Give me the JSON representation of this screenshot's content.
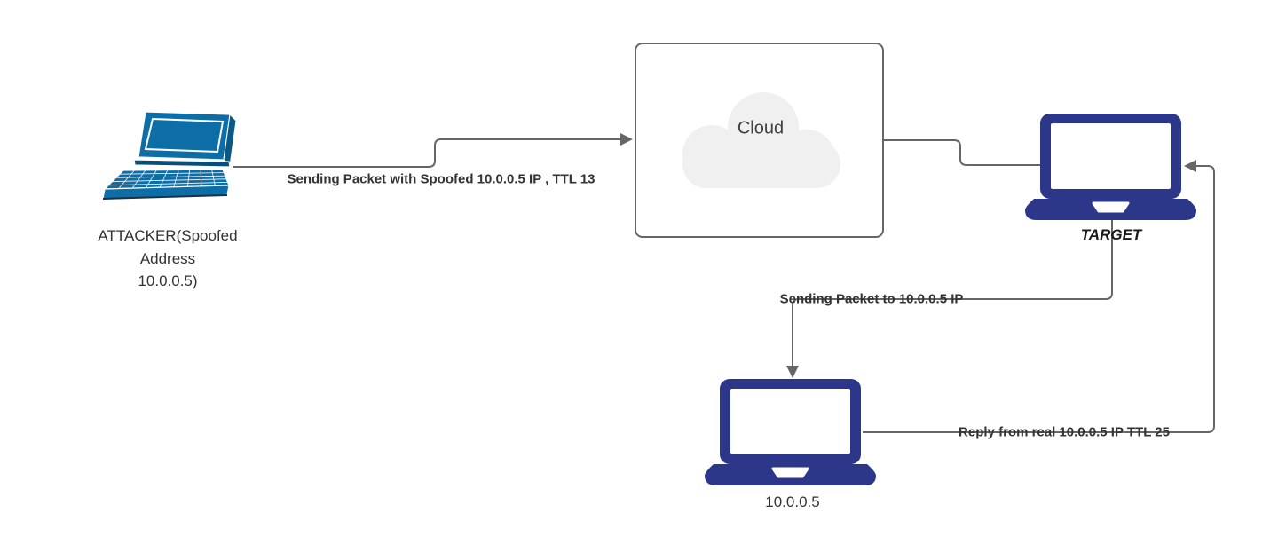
{
  "diagram": {
    "nodes": {
      "attacker": {
        "label": "ATTACKER(Spoofed\nAddress\n10.0.0.5)",
        "icon": "laptop-perspective-icon"
      },
      "cloud": {
        "label": "Cloud",
        "icon": "cloud-icon"
      },
      "target": {
        "label": "TARGET",
        "icon": "laptop-front-icon"
      },
      "real_host": {
        "label": "10.0.0.5",
        "icon": "laptop-front-icon"
      }
    },
    "edges": {
      "attacker_to_cloud": {
        "label": "Sending Packet with Spoofed 10.0.0.5 IP , TTL 13"
      },
      "target_to_real_host": {
        "label": "Sending Packet to 10.0.0.5 IP"
      },
      "real_host_to_target": {
        "label": "Reply from real 10.0.0.5 IP TTL 25"
      }
    },
    "colors": {
      "attacker_laptop": "#0d6ea7",
      "attacker_laptop_dark": "#0a5884",
      "attacker_laptop_hinge": "#0a4e77",
      "navy_laptop": "#2d3789",
      "line": "#666666",
      "cloud_fill": "#f0f0f1",
      "cloud_border": "#666666",
      "label_text": "#333333"
    }
  }
}
